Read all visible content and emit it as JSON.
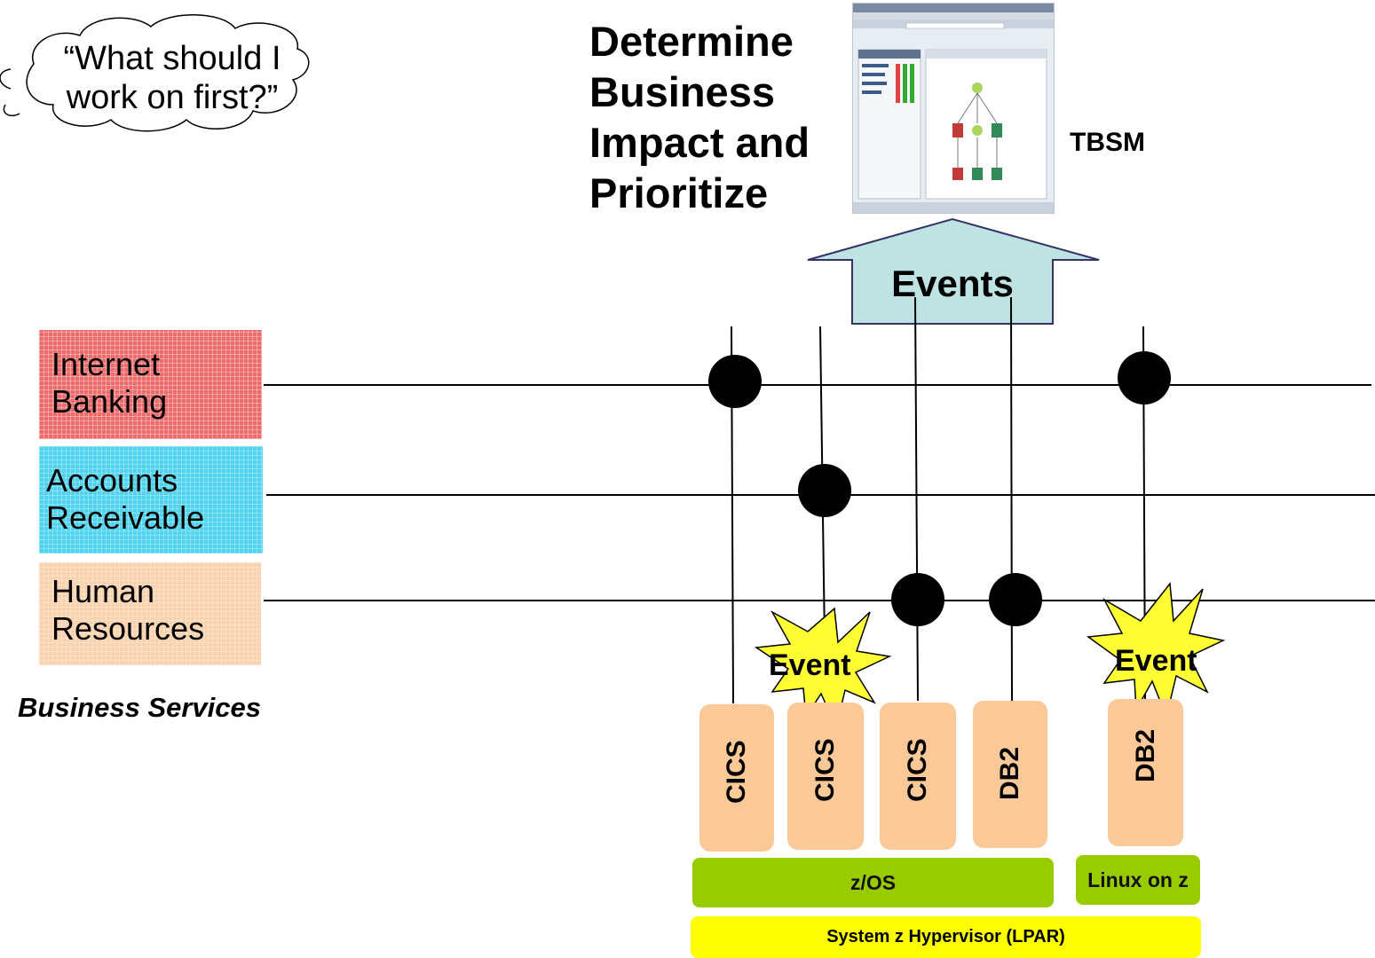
{
  "thought_bubble": {
    "line1": "“What should I",
    "line2": "work on first?”"
  },
  "heading": {
    "line1": "Determine",
    "line2": "Business",
    "line3": "Impact and",
    "line4": "Prioritize"
  },
  "tbsm_label": "TBSM",
  "events_arrow_label": "Events",
  "business_services": [
    {
      "line1": "Internet",
      "line2": "Banking"
    },
    {
      "line1": "Accounts",
      "line2": "Receivable"
    },
    {
      "line1": "Human",
      "line2": "Resources"
    }
  ],
  "business_services_caption": "Business Services",
  "components": [
    "CICS",
    "CICS",
    "CICS",
    "DB2",
    "DB2"
  ],
  "events": [
    "Event",
    "Event"
  ],
  "platforms": {
    "zos": "z/OS",
    "linux": "Linux on z"
  },
  "hypervisor": "System z Hypervisor (LPAR)",
  "colors": {
    "internet_banking": "#ee6b6b",
    "accounts_receivable": "#4fd3ee",
    "human_resources": "#fbd2ae",
    "component": "#fbc998",
    "platform": "#99cc00",
    "hypervisor": "#ffff00",
    "event_burst": "#ffff33",
    "events_arrow": "#bfe3e3"
  }
}
